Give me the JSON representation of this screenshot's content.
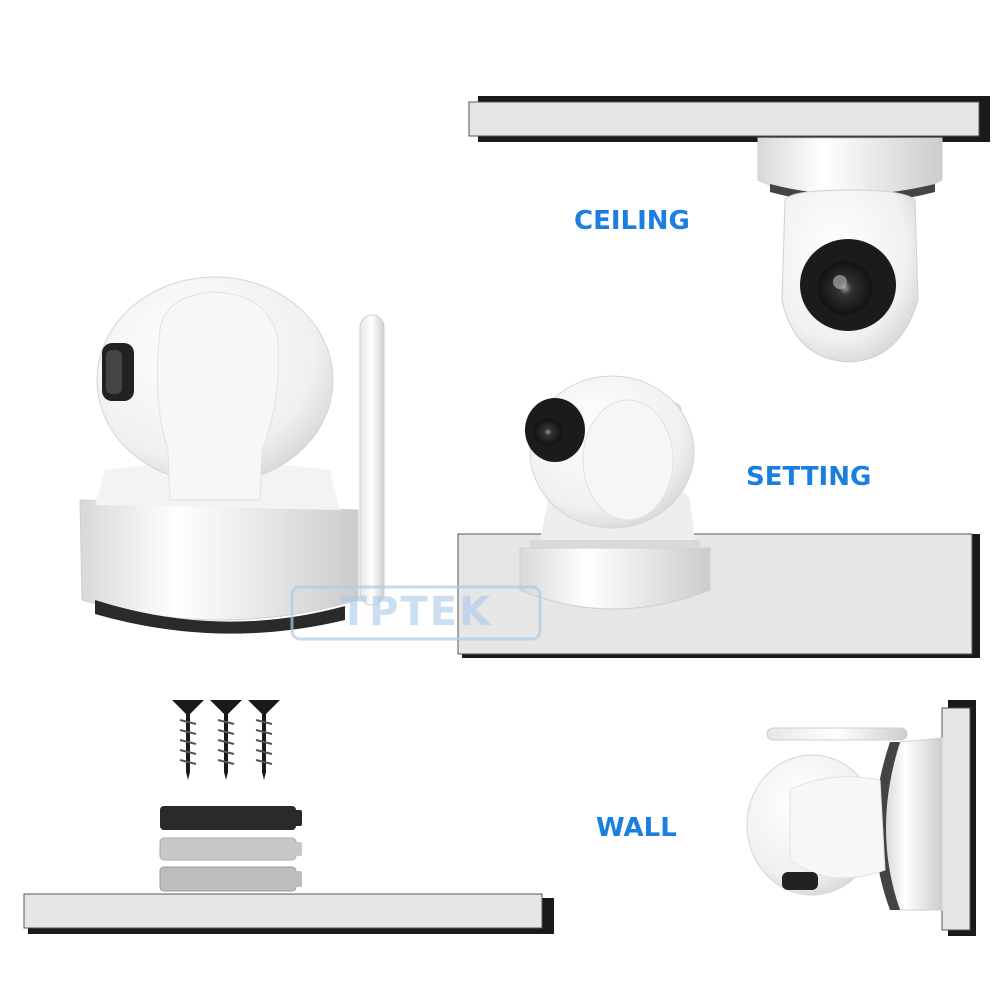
{
  "labels": {
    "ceiling": "CEILING",
    "setting": "SETTING",
    "wall": "WALL"
  },
  "watermark": {
    "text": "TPTEK"
  },
  "colors": {
    "label": "#1a7fe0",
    "panel": "#e4e4e4",
    "shadow": "#1a1a1a",
    "camera_body": "#f4f4f4",
    "lens": "#222222"
  }
}
